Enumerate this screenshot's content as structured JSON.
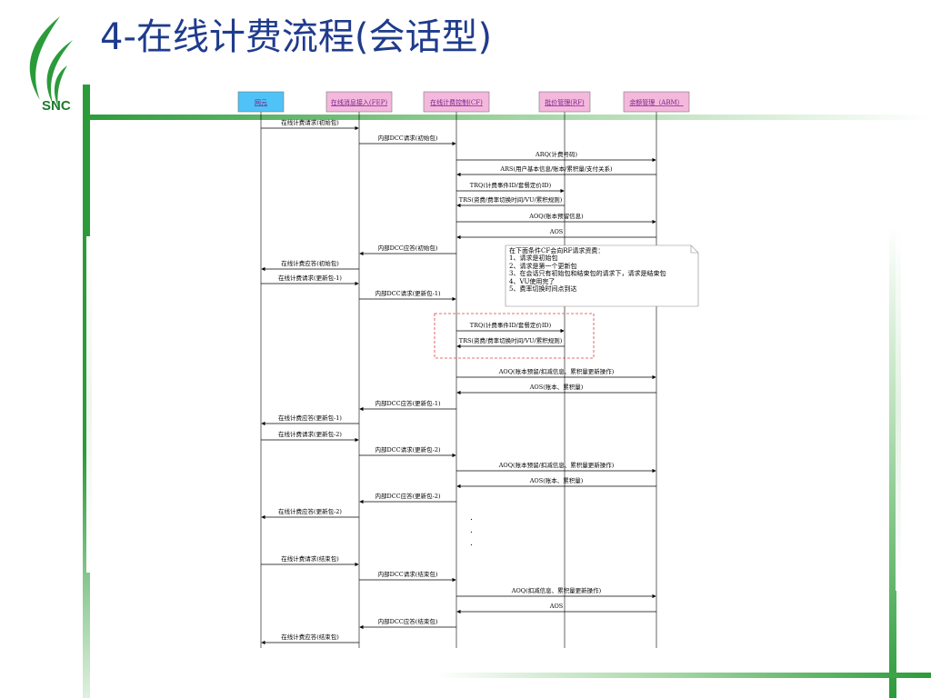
{
  "title": "4-在线计费流程(会话型)",
  "logo_text": "SNC",
  "colors": {
    "title": "#1f3b8c",
    "brand_green": "#1e7a2e",
    "header_text": "#7a1f8c",
    "note_dashed": "#e04040"
  },
  "participants": [
    {
      "label": "网元",
      "fill": "#4fc3f7"
    },
    {
      "label": "在线消息接入(FEP)",
      "fill": "#f4b8dc"
    },
    {
      "label": "在线计费控制(CF)",
      "fill": "#f4b8dc"
    },
    {
      "label": "批价管理(RF)",
      "fill": "#f4b8dc"
    },
    {
      "label": "余额管理（ABM）",
      "fill": "#f4b8dc"
    }
  ],
  "messages": [
    {
      "from": 0,
      "to": 1,
      "label": "在线计费请求(初始包)"
    },
    {
      "from": 1,
      "to": 2,
      "label": "内部DCC请求(初始包)"
    },
    {
      "from": 2,
      "to": 4,
      "label": "ARQ(计费号码)"
    },
    {
      "from": 4,
      "to": 2,
      "label": "ARS(用户基本信息/账本/累积量/支付关系)"
    },
    {
      "from": 2,
      "to": 3,
      "label": "TRQ(计费事件ID/套餐定价ID)"
    },
    {
      "from": 3,
      "to": 2,
      "label": "TRS(资费/费率切换时间/VU/累积规则)"
    },
    {
      "from": 2,
      "to": 4,
      "label": "AOQ(账本预留信息)"
    },
    {
      "from": 4,
      "to": 2,
      "label": "AOS"
    },
    {
      "from": 2,
      "to": 1,
      "label": "内部DCC应答(初始包)"
    },
    {
      "from": 1,
      "to": 0,
      "label": "在线计费应答(初始包)"
    },
    {
      "from": 0,
      "to": 1,
      "label": "在线计费请求(更新包-1)"
    },
    {
      "from": 1,
      "to": 2,
      "label": "内部DCC请求(更新包-1)"
    },
    {
      "from": 2,
      "to": 3,
      "label": "TRQ(计费事件ID/套餐定价ID)"
    },
    {
      "from": 3,
      "to": 2,
      "label": "TRS(资费/费率切换时间/VU/累积规则)"
    },
    {
      "from": 2,
      "to": 4,
      "label": "AOQ(账本预留/扣减信息、累积量更新操作)"
    },
    {
      "from": 4,
      "to": 2,
      "label": "AOS(账本、累积量)"
    },
    {
      "from": 2,
      "to": 1,
      "label": "内部DCC应答(更新包-1)"
    },
    {
      "from": 1,
      "to": 0,
      "label": "在线计费应答(更新包-1)"
    },
    {
      "from": 0,
      "to": 1,
      "label": "在线计费请求(更新包-2)"
    },
    {
      "from": 1,
      "to": 2,
      "label": "内部DCC请求(更新包-2)"
    },
    {
      "from": 2,
      "to": 4,
      "label": "AOQ(账本预留/扣减信息、累积量更新操作)"
    },
    {
      "from": 4,
      "to": 2,
      "label": "AOS(账本、累积量)"
    },
    {
      "from": 2,
      "to": 1,
      "label": "内部DCC应答(更新包-2)"
    },
    {
      "from": 1,
      "to": 0,
      "label": "在线计费应答(更新包-2)"
    },
    {
      "from": 0,
      "to": 1,
      "label": "在线计费请求(结束包)"
    },
    {
      "from": 1,
      "to": 2,
      "label": "内部DCC请求(结束包)"
    },
    {
      "from": 2,
      "to": 4,
      "label": "AOQ(扣减信息、累积量更新操作)"
    },
    {
      "from": 4,
      "to": 2,
      "label": "AOS"
    },
    {
      "from": 2,
      "to": 1,
      "label": "内部DCC应答(结束包)"
    },
    {
      "from": 1,
      "to": 0,
      "label": "在线计费应答(结束包)"
    }
  ],
  "ellipsis": ".",
  "note": {
    "lines": [
      "在下面条件CF会向RF请求资费：",
      "1、请求是初始包",
      "2、请求是第一个更新包",
      "3、在会话只有初始包和结束包的请求下，请求是结束包",
      "4、VU使用完了",
      "5、费率切换时间点到达"
    ]
  }
}
